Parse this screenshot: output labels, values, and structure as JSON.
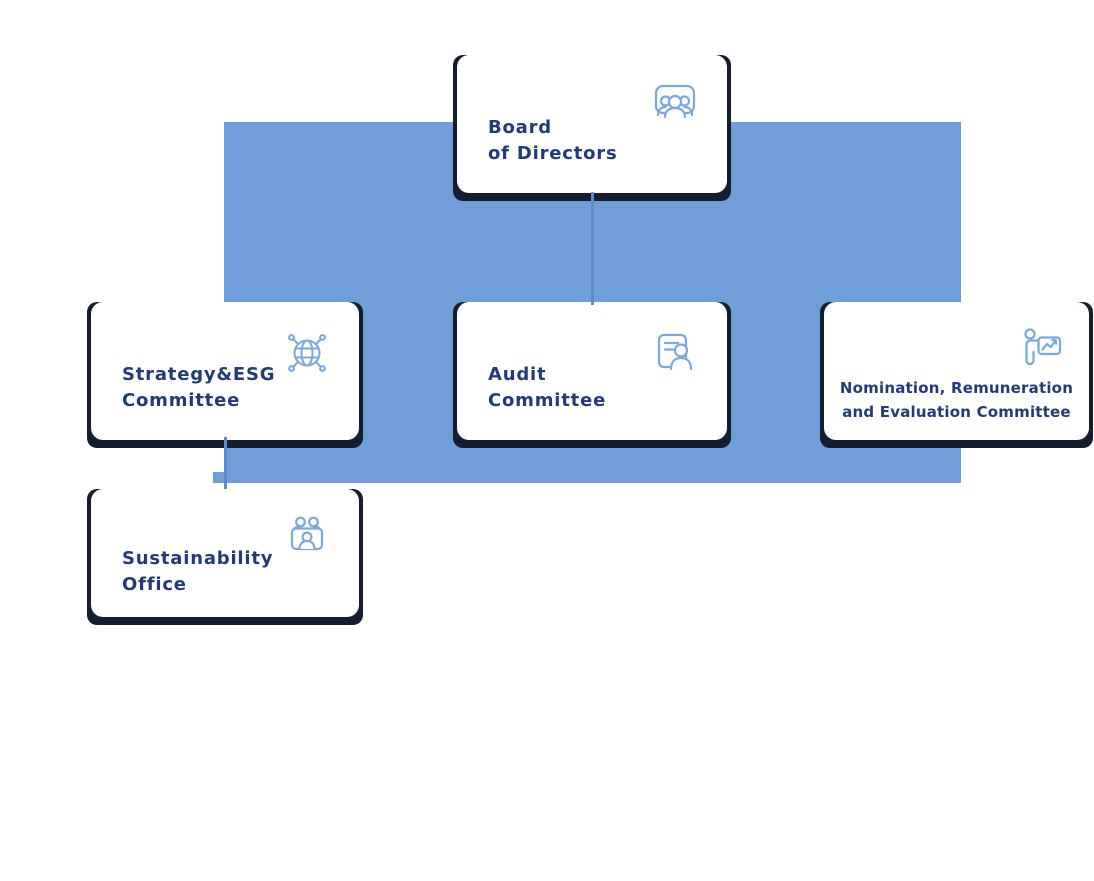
{
  "palette": {
    "band_blue": "#6f9ed8",
    "connector_blue": "#5b8dcb",
    "shadow_navy": "#161d2f",
    "text_navy": "#223a7a",
    "icon_blue": "#7aa7e0",
    "card_white": "#ffffff"
  },
  "org_chart": {
    "type": "org-structure-diagram",
    "nodes": [
      {
        "id": "board",
        "lines": [
          "Board",
          "of Directors"
        ],
        "icon": "group-audience-icon",
        "level": 1
      },
      {
        "id": "strategy",
        "lines": [
          "Strategy&ESG",
          "Committee"
        ],
        "icon": "global-network-icon",
        "level": 2
      },
      {
        "id": "audit",
        "lines": [
          "Audit",
          "Committee"
        ],
        "icon": "document-person-icon",
        "level": 2
      },
      {
        "id": "nomination",
        "lines": [
          "Nomination, Remuneration",
          "and Evaluation Committee"
        ],
        "icon": "presenter-chart-icon",
        "level": 2
      },
      {
        "id": "sustainability",
        "lines": [
          "Sustainability",
          "Office"
        ],
        "icon": "meeting-people-icon",
        "level": 3
      }
    ],
    "edges": [
      {
        "from": "board",
        "to": "audit"
      },
      {
        "from": "strategy",
        "to": "sustainability"
      }
    ]
  }
}
